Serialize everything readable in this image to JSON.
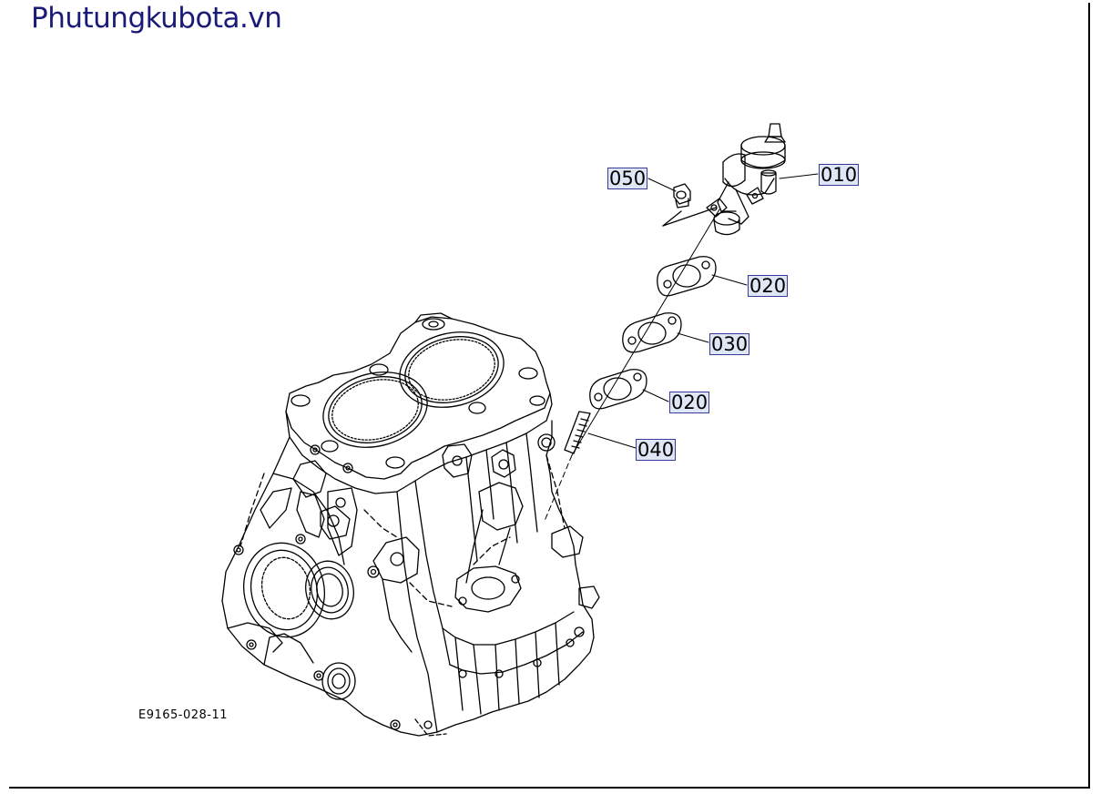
{
  "site_title": "Phutungkubota.vn",
  "callouts": {
    "c010": "010",
    "c020a": "020",
    "c030": "030",
    "c020b": "020",
    "c040": "040",
    "c050": "050"
  },
  "drawing_code": "E9165-028-11",
  "colors": {
    "title": "#1a1a78",
    "callout_bg": "#dfe6f5",
    "callout_border": "#3a3a9a",
    "line": "#000000"
  }
}
